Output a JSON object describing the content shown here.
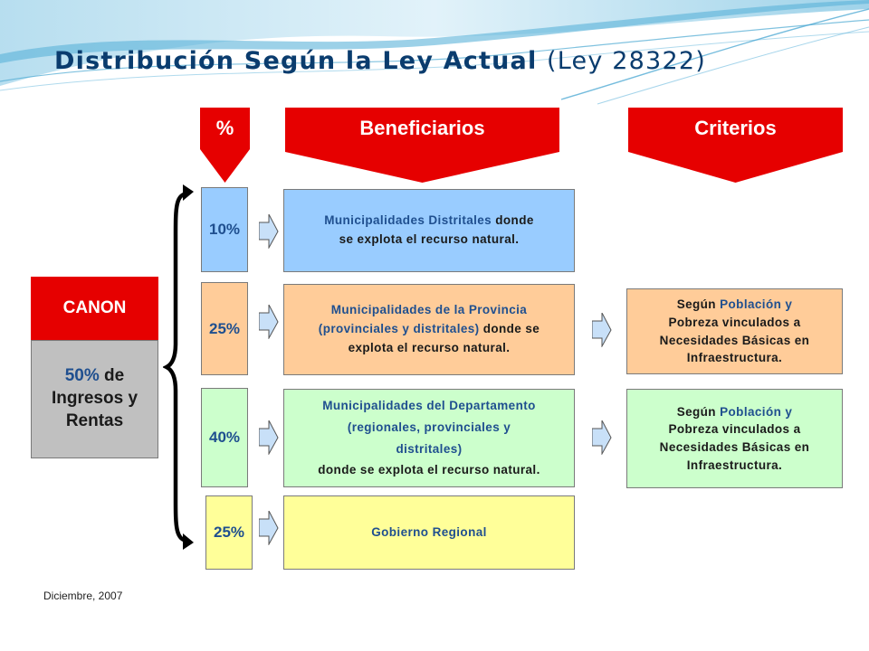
{
  "slide": {
    "title_main": "Distribución Según la Ley Actual",
    "title_paren": "(Ley 28322)",
    "footer": "Diciembre, 2007"
  },
  "headers": {
    "pct": "%",
    "beneficiarios": "Beneficiarios",
    "criterios": "Criterios"
  },
  "canon": {
    "label": "CANON",
    "share_pct": "50%",
    "share_text_1": "de",
    "share_text_2": "Ingresos y",
    "share_text_3": "Rentas"
  },
  "rows": [
    {
      "pct": "10%",
      "benef_a": "Municipalidades  Distritales",
      "benef_b": "donde",
      "benef_c": "se explota  el recurso  natural."
    },
    {
      "pct": "25%",
      "benef_a": "Municipalidades  de la Provincia",
      "benef_b": "(provinciales  y distritales)",
      "benef_c": "donde  se",
      "benef_d": "explota  el recurso  natural.",
      "crit_a": "Según",
      "crit_b": "Población  y",
      "crit_c": "Pobreza vinculados  a",
      "crit_d": "Necesidades  Básicas en",
      "crit_e": "Infraestructura."
    },
    {
      "pct": "40%",
      "benef_a": "Municipalidades  del Departamento",
      "benef_b": "(regionales,  provinciales  y",
      "benef_c": "distritales)",
      "benef_d": "donde  se explota  el recurso  natural.",
      "crit_a": "Según",
      "crit_b": "Población  y",
      "crit_c": "Pobreza vinculados  a",
      "crit_d": "Necesidades  Básicas en",
      "crit_e": "Infraestructura."
    },
    {
      "pct": "25%",
      "benef_a": "Gobierno Regional"
    }
  ],
  "colors": {
    "header_red": "#e60000",
    "row1": "#99ccff",
    "row2": "#ffcc99",
    "row3": "#ccffcc",
    "row4": "#ffff99",
    "canon_gray": "#c0c0c0",
    "title_blue": "#0a3c6e"
  }
}
